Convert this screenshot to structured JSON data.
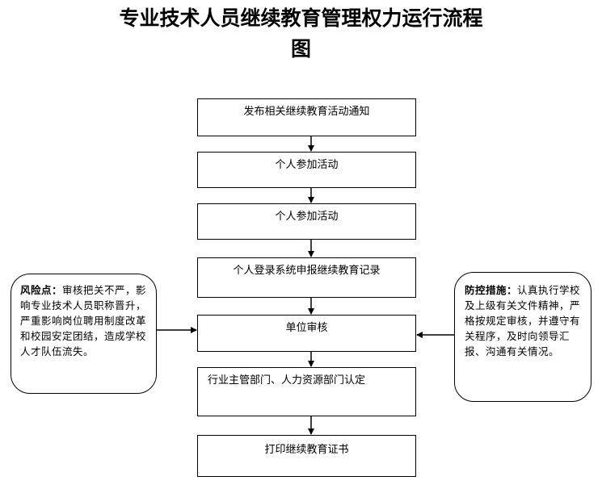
{
  "title": {
    "line1": "专业技术人员继续教育管理权力运行流程",
    "line2": "图"
  },
  "steps": [
    "发布相关继续教育活动通知",
    "个人参加活动",
    "个人参加活动",
    "个人登录系统申报继续教育记录",
    "单位审核",
    "行业主管部门、人力资源部门认定",
    "打印继续教育证书"
  ],
  "risk": {
    "label": "风险点：",
    "text": "审核把关不严，影响专业技术人员职称晋升，严重影响岗位聘用制度改革和校园安定团结，造成学校人才队伍流失。"
  },
  "control": {
    "label": "防控措施：",
    "text": "认真执行学校及上级有关文件精神，严格按规定审核，并遵守有关程序，及时向领导汇报、沟通有关情况。"
  }
}
